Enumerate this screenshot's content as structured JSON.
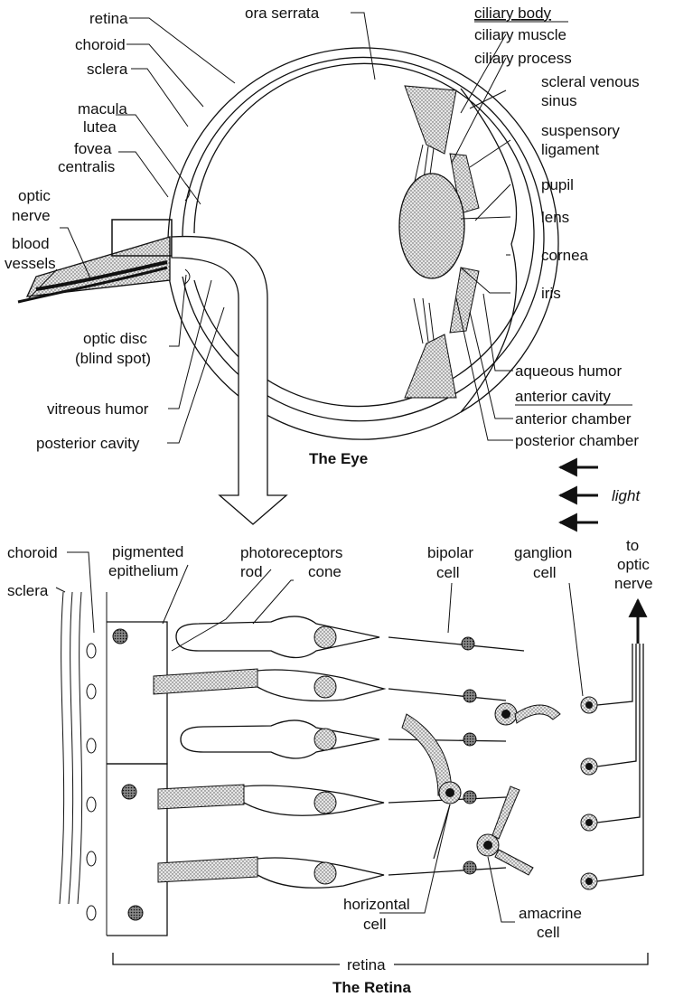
{
  "eye": {
    "title": "The Eye",
    "labels": {
      "retina": "retina",
      "choroid": "choroid",
      "sclera": "sclera",
      "macula_lutea_1": "macula",
      "macula_lutea_2": "lutea",
      "fovea_centralis_1": "fovea",
      "fovea_centralis_2": "centralis",
      "optic_nerve_1": "optic",
      "optic_nerve_2": "nerve",
      "blood_vessels_1": "blood",
      "blood_vessels_2": "vessels",
      "optic_disc_1": "optic disc",
      "optic_disc_2": "(blind spot)",
      "vitreous_humor": "vitreous humor",
      "posterior_cavity": "posterior cavity",
      "ora_serrata": "ora serrata",
      "ciliary_body": "ciliary body",
      "ciliary_muscle": "ciliary muscle",
      "ciliary_process": "ciliary process",
      "scleral_venous_sinus_1": "scleral venous",
      "scleral_venous_sinus_2": "sinus",
      "suspensory_ligament_1": "suspensory",
      "suspensory_ligament_2": "ligament",
      "pupil": "pupil",
      "lens": "lens",
      "cornea": "cornea",
      "iris": "iris",
      "aqueous_humor": "aqueous humor",
      "anterior_cavity": "anterior cavity",
      "anterior_chamber": "anterior chamber",
      "posterior_chamber": "posterior chamber"
    }
  },
  "light_label": "light",
  "retina": {
    "title": "The Retina",
    "labels": {
      "choroid": "choroid",
      "sclera": "sclera",
      "pigmented_epithelium_1": "pigmented",
      "pigmented_epithelium_2": "epithelium",
      "photoreceptors": "photoreceptors",
      "rod": "rod",
      "cone": "cone",
      "bipolar_cell_1": "bipolar",
      "bipolar_cell_2": "cell",
      "ganglion_cell_1": "ganglion",
      "ganglion_cell_2": "cell",
      "to_optic_nerve_1": "to",
      "to_optic_nerve_2": "optic",
      "to_optic_nerve_3": "nerve",
      "horizontal_cell_1": "horizontal",
      "horizontal_cell_2": "cell",
      "amacrine_cell_1": "amacrine",
      "amacrine_cell_2": "cell",
      "retina_span": "retina"
    }
  }
}
